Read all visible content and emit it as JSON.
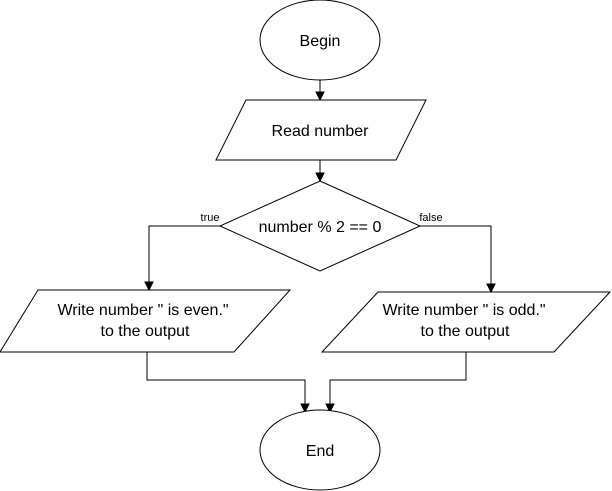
{
  "nodes": {
    "begin": {
      "label": "Begin"
    },
    "read": {
      "label": "Read number"
    },
    "decision": {
      "label": "number % 2 == 0"
    },
    "even": {
      "line1": "Write number \" is even.\"",
      "line2": "to the output"
    },
    "odd": {
      "line1": "Write number \" is odd.\"",
      "line2": "to the output"
    },
    "end": {
      "label": "End"
    }
  },
  "edges": {
    "true_label": "true",
    "false_label": "false"
  }
}
